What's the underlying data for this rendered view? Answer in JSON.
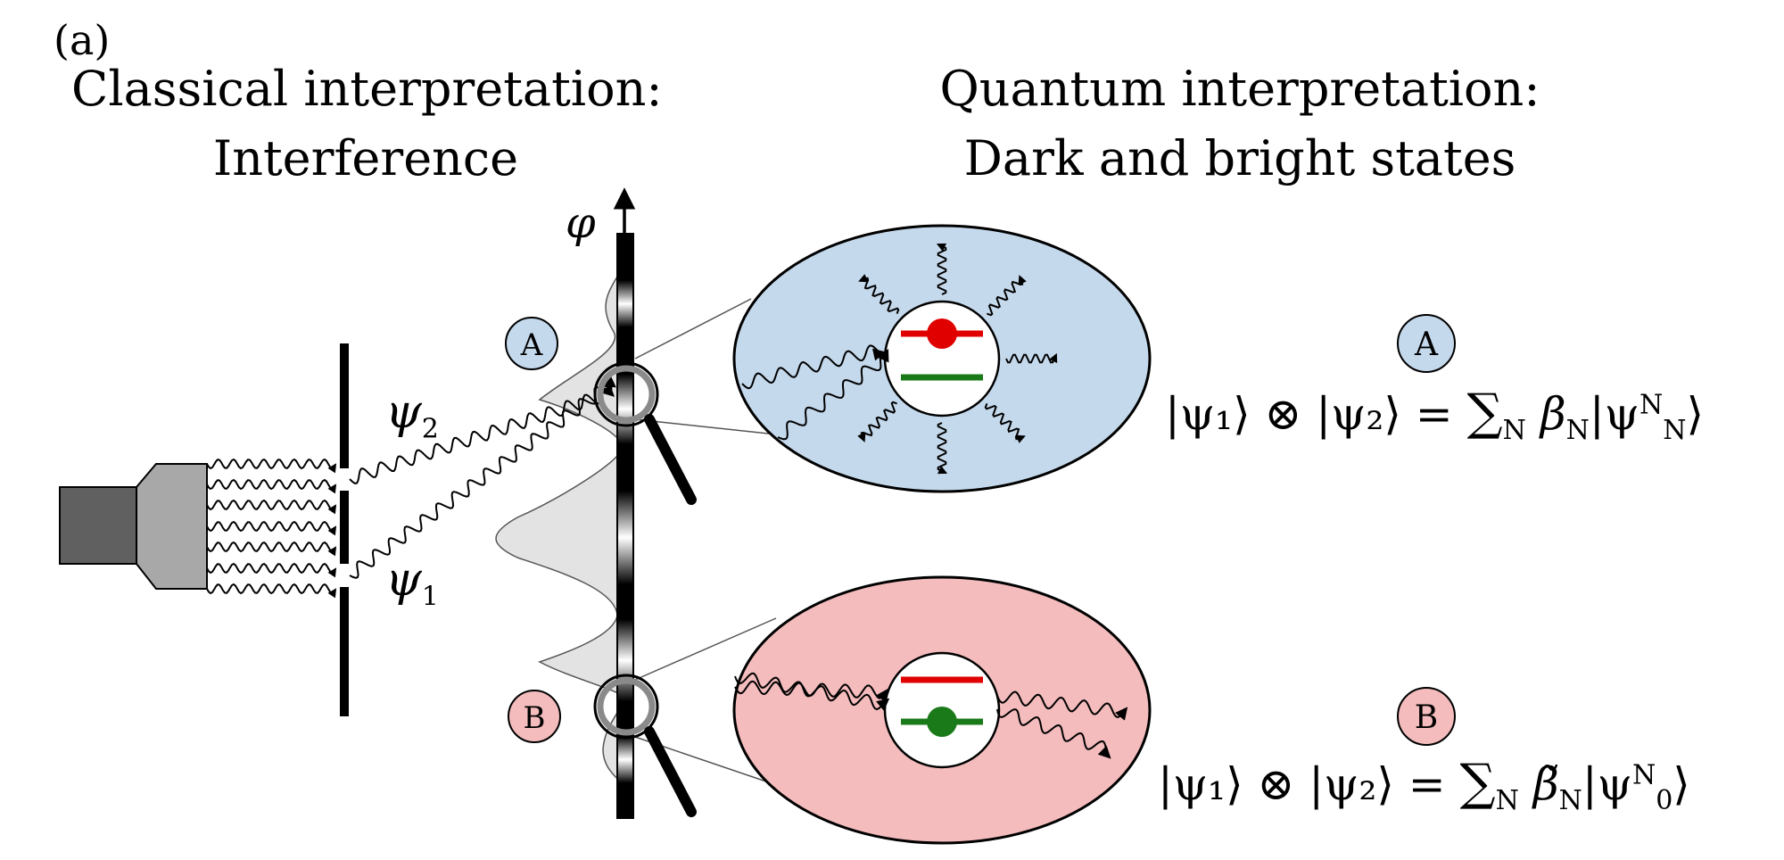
{
  "figure": {
    "panel_label": "(a)",
    "classical": {
      "title_line1": "Classical interpretation:",
      "title_line2": "Interference"
    },
    "quantum": {
      "title_line1": "Quantum interpretation:",
      "title_line2": "Dark and bright states"
    },
    "axis_symbol": "φ",
    "wave_labels": {
      "psi1": "ψ",
      "psi1_sub": "1",
      "psi2": "ψ",
      "psi2_sub": "2"
    },
    "markers": {
      "a": "A",
      "b": "B"
    },
    "equations": {
      "a": {
        "lhs": "|ψ₁⟩ ⊗ |ψ₂⟩ = ",
        "sum": "∑",
        "sum_sub": "N",
        "coef": " β",
        "coef_sub": "N",
        "ket": "|ψ",
        "ket_sup": "N",
        "ket_sub": "N",
        "close": "⟩"
      },
      "b": {
        "lhs": "|ψ₁⟩ ⊗ |ψ₂⟩ = ",
        "sum": "∑",
        "sum_sub": "N",
        "coef": " β̃",
        "coef_sub": "N",
        "ket": "|ψ",
        "ket_sup": "N",
        "ket_sub": "0",
        "close": "⟩"
      }
    },
    "colors": {
      "circle_a_fill": "#c5d9ec",
      "circle_b_fill": "#f4bcbd",
      "level_red": "#e00000",
      "level_green": "#1a7a1a",
      "intensity_fill": "#e3e3e3",
      "lamp_dark": "#606060",
      "lamp_light": "#a8a8a8",
      "lens_gray": "#8a8a8a"
    }
  }
}
